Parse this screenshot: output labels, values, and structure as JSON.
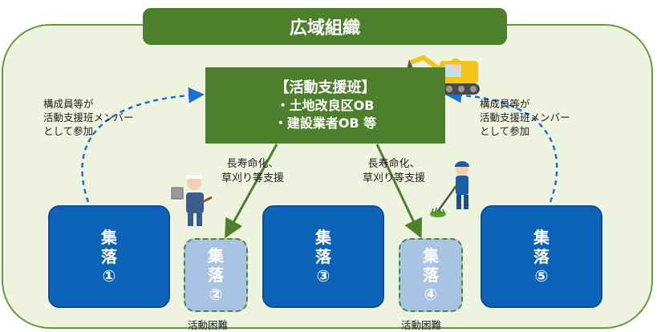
{
  "regional_org": {
    "label": "広域組織"
  },
  "support_team": {
    "title": "【活動支援班】",
    "members": [
      "・土地改良区OB",
      "・建設業者OB 等"
    ]
  },
  "participation_note": {
    "lines": [
      "構成員等が",
      "活動支援班メンバー",
      "として参加"
    ]
  },
  "participation_note_left": {
    "lines": [
      "構成員等が",
      "活動支援班メンバー",
      "として参加"
    ]
  },
  "support_left": {
    "lines": [
      "長寿命化、",
      "草刈り等支援"
    ]
  },
  "support_right": {
    "lines": [
      "長寿命化、",
      "草刈り等支援"
    ]
  },
  "villages": [
    {
      "chars": [
        "集",
        "落",
        "①"
      ]
    },
    {
      "chars": [
        "集",
        "落",
        "②"
      ],
      "status": "活動困難"
    },
    {
      "chars": [
        "集",
        "落",
        "③"
      ]
    },
    {
      "chars": [
        "集",
        "落",
        "④"
      ],
      "status": "活動困難"
    },
    {
      "chars": [
        "集",
        "落",
        "⑤"
      ]
    }
  ],
  "colors": {
    "org_green": "#4e7f2c",
    "region_fill": "#eef3df",
    "village_blue": "#0c63b8",
    "difficult_village_fill": "#a9c4e2",
    "dashed_arrow_blue": "#1f6fd1"
  },
  "illustrations": [
    "excavator-worker-icon",
    "stone-worker-icon",
    "grass-cutter-worker-icon"
  ]
}
